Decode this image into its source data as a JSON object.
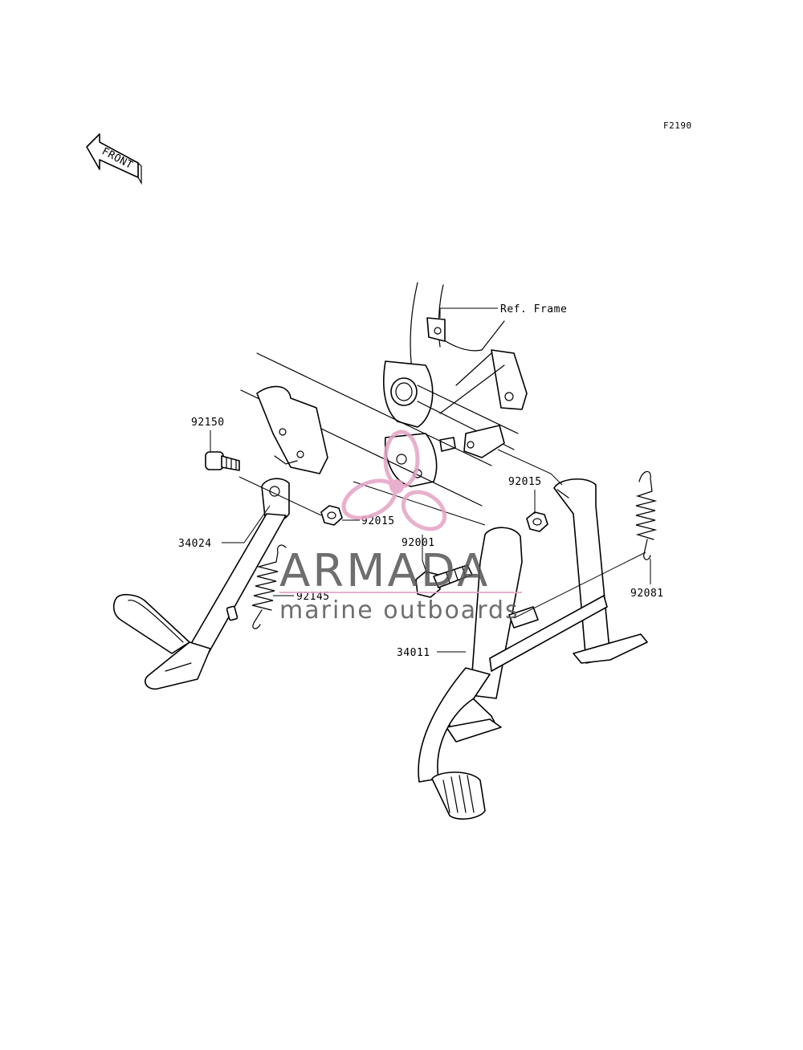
{
  "diagram": {
    "code": "F2190",
    "front_label": "FRONT",
    "ref_frame": "Ref. Frame",
    "callouts": [
      {
        "id": "c-92150",
        "text": "92150"
      },
      {
        "id": "c-34024",
        "text": "34024"
      },
      {
        "id": "c-92015-left",
        "text": "92015"
      },
      {
        "id": "c-92145",
        "text": "92145"
      },
      {
        "id": "c-92001",
        "text": "92001"
      },
      {
        "id": "c-92015-right",
        "text": "92015"
      },
      {
        "id": "c-92081",
        "text": "92081"
      },
      {
        "id": "c-34011",
        "text": "34011"
      }
    ]
  },
  "watermark": {
    "brand": "ARMADA",
    "tagline": "marine outboards",
    "text_color": "#555555",
    "logo_color": "#e5a3c4"
  }
}
